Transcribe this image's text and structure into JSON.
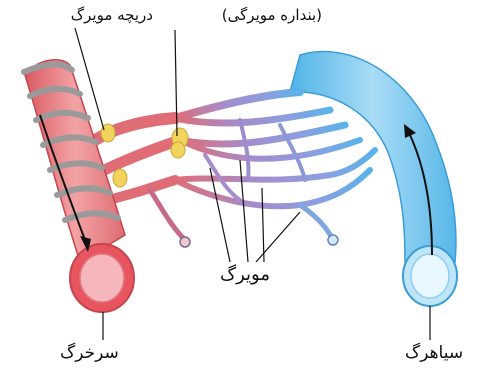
{
  "labels": {
    "precapillary_sphincter": "(بنداره مویرگی)",
    "capillary_sphincter_gate": "دریچه مویرگ",
    "capillaries": "مویرگ",
    "artery": "سرخرگ",
    "vein": "سیاهرگ"
  },
  "colors": {
    "artery_fill": "#ef8a8a",
    "artery_dark": "#d24b55",
    "artery_lumen": "#f2b8bc",
    "vein_fill": "#6ec3ec",
    "vein_light": "#bfe6f8",
    "capillary_mid": "#9b8ccc",
    "smooth_muscle": "#9a9a9a",
    "sphincter": "#f2d35c"
  }
}
